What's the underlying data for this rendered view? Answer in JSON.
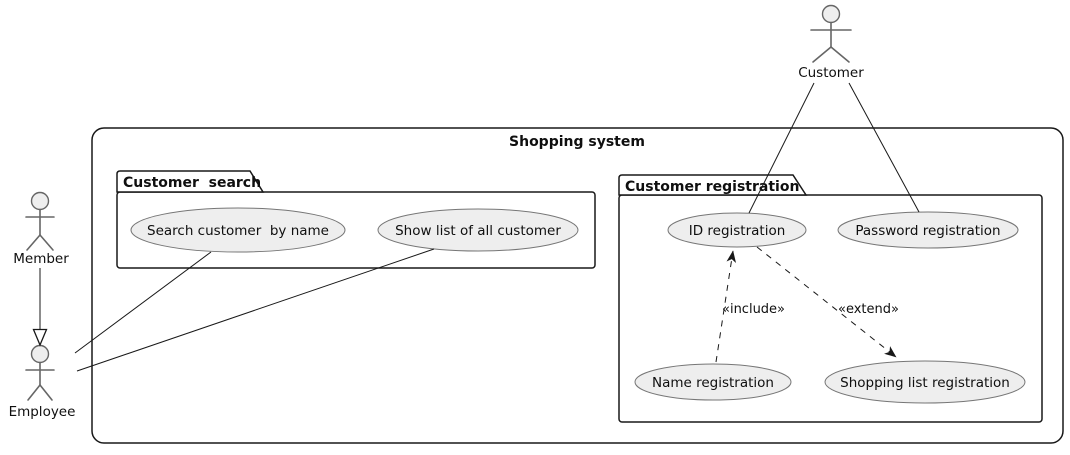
{
  "system": {
    "title": "Shopping system"
  },
  "packages": {
    "search": {
      "title": "Customer  search",
      "usecases": {
        "search_by_name": {
          "label": "Search customer  by name"
        },
        "show_list": {
          "label": "Show list of all customer"
        }
      }
    },
    "registration": {
      "title": "Customer registration",
      "usecases": {
        "id": {
          "label": "ID registration"
        },
        "password": {
          "label": "Password registration"
        },
        "name": {
          "label": "Name registration"
        },
        "shopping_list": {
          "label": "Shopping list registration"
        }
      }
    }
  },
  "actors": {
    "customer": {
      "label": "Customer"
    },
    "member": {
      "label": "Member"
    },
    "employee": {
      "label": "Employee"
    }
  },
  "relations": {
    "include": {
      "label": "«include»"
    },
    "extend": {
      "label": "«extend»"
    }
  },
  "colors": {
    "background": "#ffffff",
    "line": "#181818",
    "usecase_fill": "#eeeeee",
    "usecase_stroke": "#767676",
    "actor_stroke": "#666666"
  }
}
